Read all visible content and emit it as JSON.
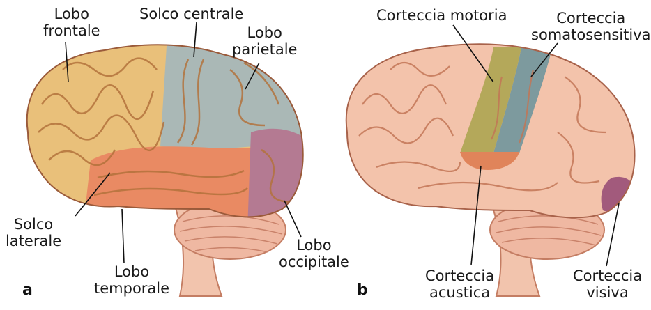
{
  "panel_a": {
    "letter": "a",
    "labels": {
      "frontal": [
        "Lobo",
        "frontale"
      ],
      "central_sulcus": [
        "Solco centrale"
      ],
      "parietal": [
        "Lobo",
        "parietale"
      ],
      "lateral_sulcus": [
        "Solco",
        "laterale"
      ],
      "temporal": [
        "Lobo",
        "temporale"
      ],
      "occipital": [
        "Lobo",
        "occipitale"
      ]
    },
    "colors": {
      "frontal": "#e9c07a",
      "parietal": "#aab8b6",
      "temporal": "#e98a63",
      "occipital": "#b47a92",
      "cerebellum": "#efb8a2",
      "brainstem": "#f2c4ad"
    }
  },
  "panel_b": {
    "letter": "b",
    "labels": {
      "motor": [
        "Corteccia motoria"
      ],
      "somatosensory": [
        "Corteccia",
        "somatosensitiva"
      ],
      "auditory": [
        "Corteccia",
        "acustica"
      ],
      "visual": [
        "Corteccia",
        "visiva"
      ]
    },
    "colors": {
      "cortex": "#f3c3ab",
      "motor": "#b4a85a",
      "somatosensory": "#7d9a9e",
      "auditory": "#e0845a",
      "visual": "#a25a7c"
    }
  }
}
